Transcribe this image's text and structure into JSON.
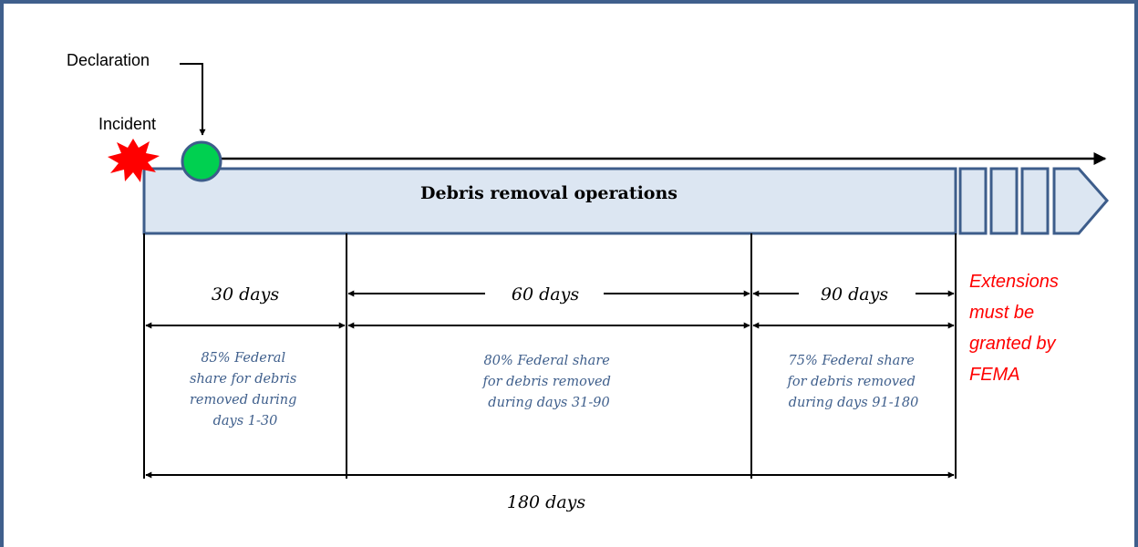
{
  "labels": {
    "declaration": "Declaration",
    "incident": "Incident",
    "operations": "Debris removal operations",
    "total": "180 days"
  },
  "phases": [
    {
      "duration": "30 days",
      "share_lines": [
        "85% Federal",
        "share for debris",
        "removed during",
        "days 1-30"
      ]
    },
    {
      "duration": "60 days",
      "share_lines": [
        "80% Federal share",
        "for debris removed",
        "during days 31-90"
      ]
    },
    {
      "duration": "90 days",
      "share_lines": [
        "75% Federal share",
        "for debris removed",
        "during days 91-180"
      ]
    }
  ],
  "extensions_lines": [
    "Extensions",
    "must be",
    "granted by",
    "FEMA"
  ],
  "colors": {
    "frame": "#3f5f8c",
    "bar_fill": "#dce6f2",
    "bar_stroke": "#3d5d8b",
    "incident_burst": "#ff0000",
    "declaration_dot": "#00d050",
    "share_text": "#3f5f8c",
    "extensions_text": "#ff0000"
  }
}
